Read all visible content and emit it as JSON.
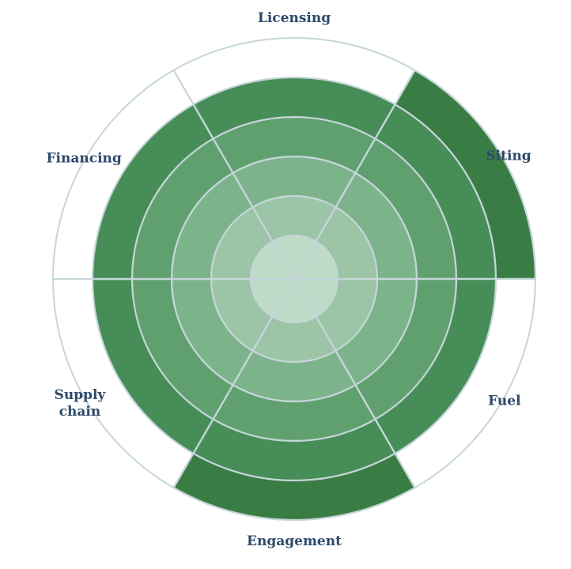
{
  "chart_data": {
    "type": "radial-bar",
    "max_level": 6,
    "categories": [
      "Licensing",
      "Siting",
      "Fuel",
      "Engagement",
      "Supply chain",
      "Financing"
    ],
    "label_lines": [
      [
        "Licensing"
      ],
      [
        "Siting"
      ],
      [
        "Fuel"
      ],
      [
        "Engagement"
      ],
      [
        "Supply",
        "chain"
      ],
      [
        "Financing"
      ]
    ],
    "values": [
      5,
      6,
      5,
      6,
      5,
      5
    ],
    "ring_colors": [
      "#bddbc6",
      "#9cc4a6",
      "#7db38b",
      "#60a06f",
      "#478d58",
      "#3a7d44"
    ],
    "colors": {
      "empty_fill": "#ffffff",
      "grid_stroke": "#c5d6d9",
      "label": "#2e4a6b"
    }
  }
}
